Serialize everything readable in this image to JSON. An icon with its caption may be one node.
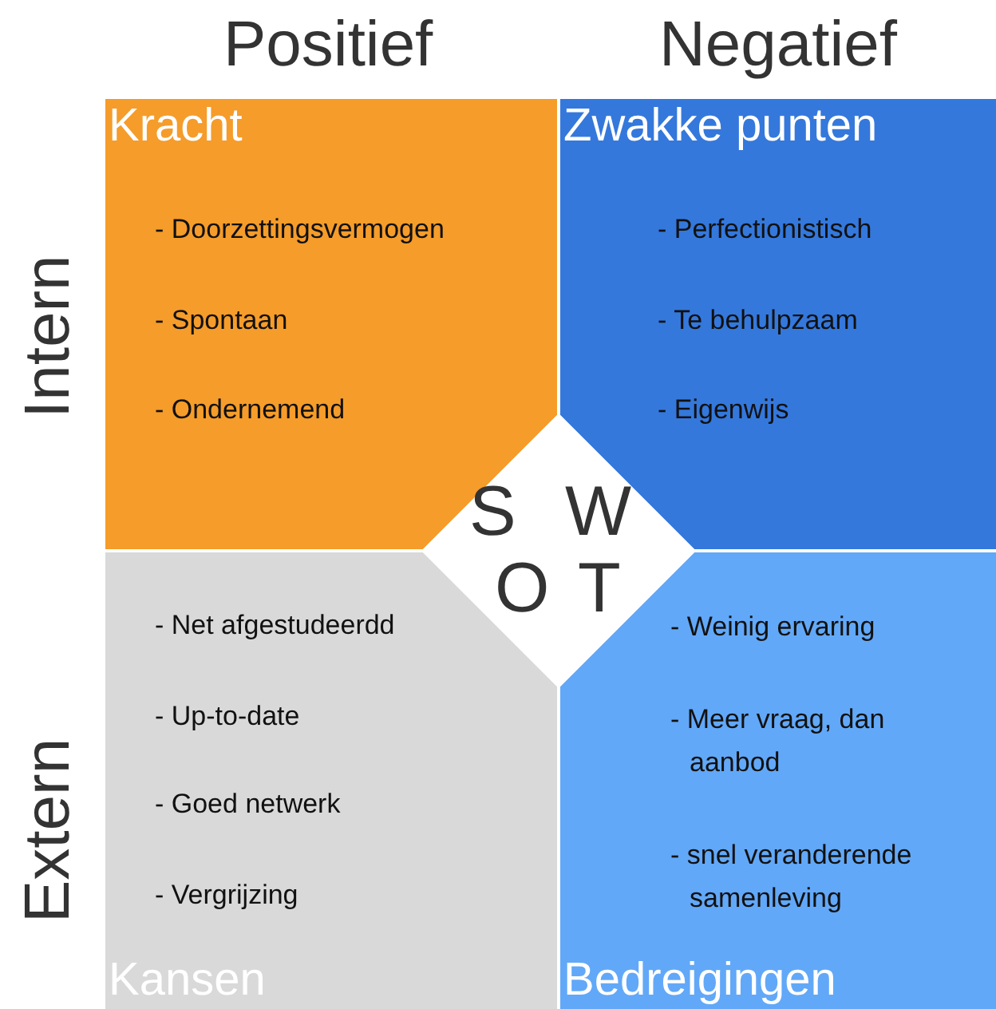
{
  "diagram": {
    "nodes": [
      {
        "text": [
          "Kracht",
          "- Doorzettingsvermogen",
          "- Spontaan",
          "- Ondernemend"
        ]
      },
      {
        "text": [
          "Zwakke punten",
          "- Perfectionistisch",
          "- Te behulpzaam",
          "- Eigenwijs"
        ]
      },
      {
        "text": [
          "Kansen",
          "- Net afgestudeerdd",
          "- Up-to-date",
          "- Goed netwerk",
          "- Vergrijzing"
        ]
      },
      {
        "text": [
          "Bedreigingen",
          "- Weinig ervaring",
          "- Meer vraag, dan aanbod",
          "- snel veranderende samenleving"
        ]
      },
      {
        "text": [
          "S",
          "W",
          "O",
          "T"
        ]
      }
    ],
    "edges": [],
    "labels": [
      "Positief",
      "Negatief",
      "Intern",
      "Extern"
    ]
  }
}
